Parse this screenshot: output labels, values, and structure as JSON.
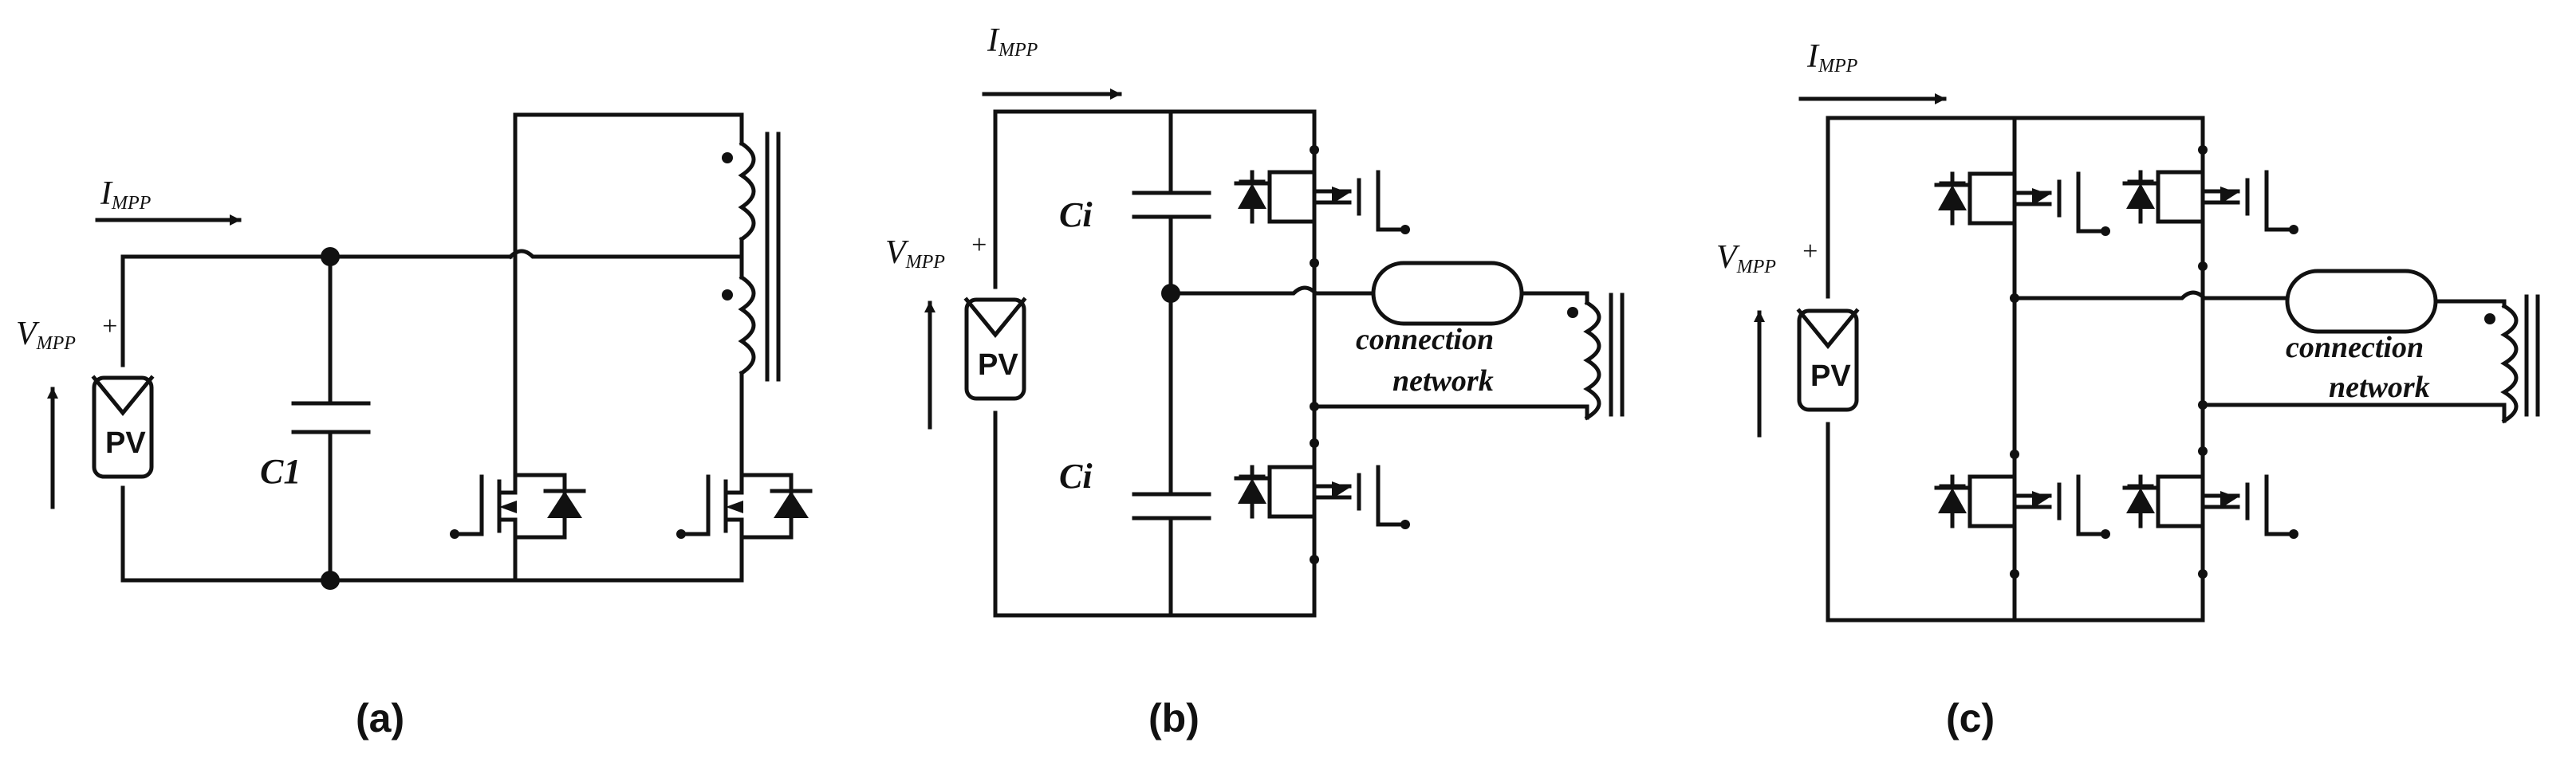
{
  "panels": [
    {
      "caption": "(a)",
      "current_label": {
        "main": "I",
        "sub": "MPP"
      },
      "voltage_label": {
        "main": "V",
        "sub": "MPP"
      },
      "plus_sign": "+",
      "source_label": "PV",
      "capacitor_label": "C1"
    },
    {
      "caption": "(b)",
      "current_label": {
        "main": "I",
        "sub": "MPP"
      },
      "voltage_label": {
        "main": "V",
        "sub": "MPP"
      },
      "plus_sign": "+",
      "source_label": "PV",
      "capacitor_labels": [
        "Ci",
        "Ci"
      ],
      "network_label": [
        "connection",
        "network"
      ]
    },
    {
      "caption": "(c)",
      "current_label": {
        "main": "I",
        "sub": "MPP"
      },
      "voltage_label": {
        "main": "V",
        "sub": "MPP"
      },
      "plus_sign": "+",
      "source_label": "PV",
      "network_label": [
        "connection",
        "network"
      ]
    }
  ]
}
